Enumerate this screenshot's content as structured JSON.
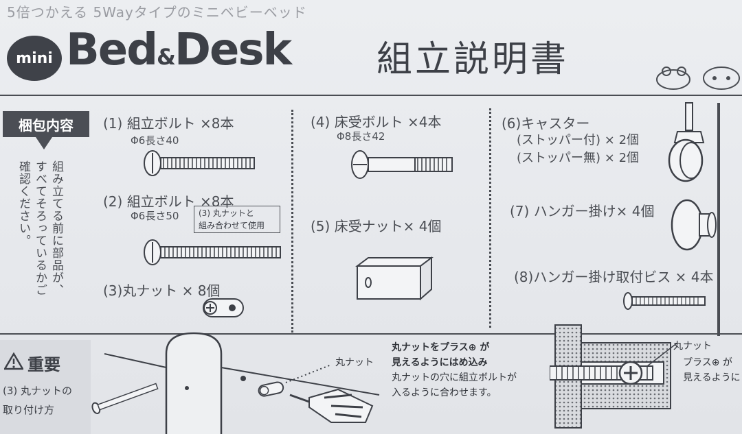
{
  "header": {
    "tagline": "5倍つかえる 5Wayタイプのミニベビーベッド",
    "logo_mini": "mini",
    "logo_bed": "Bed",
    "logo_amp": "&",
    "logo_desk": "Desk",
    "title": "組立説明書"
  },
  "contents": {
    "badge": "梱包内容",
    "note": "組み立てる前に部品が、すべてそろっているかご確認ください。",
    "items": [
      {
        "label": "(1) 組立ボルト ×8本",
        "spec": "Φ6長さ40"
      },
      {
        "label": "(2) 組立ボルト ×8本",
        "spec": "Φ6長さ50",
        "note_line1": "(3) 丸ナットと",
        "note_line2": "組み合わせて使用"
      },
      {
        "label": "(3)丸ナット × 8個"
      },
      {
        "label": "(4) 床受ボルト ×4本",
        "spec": "Φ8長さ42"
      },
      {
        "label": "(5) 床受ナット× 4個"
      },
      {
        "label": "(6)キャスター",
        "sub1": "(ストッパー付) × 2個",
        "sub2": "(ストッパー無) × 2個"
      },
      {
        "label": "(7) ハンガー掛け× 4個"
      },
      {
        "label": "(8)ハンガー掛け取付ビス × 4本"
      }
    ]
  },
  "important": {
    "title": "重要",
    "sub1": "(3) 丸ナットの",
    "sub2": "取り付け方",
    "nut_label": "丸ナット",
    "instr1": "丸ナットをプラス⊕ が",
    "instr2": "見えるようにはめ込み",
    "instr3": "丸ナットの穴に組立ボルトが",
    "instr4": "入るように合わせます。",
    "callout1": "丸ナット",
    "callout2": "プラス⊕ が",
    "callout3": "見えるように"
  }
}
